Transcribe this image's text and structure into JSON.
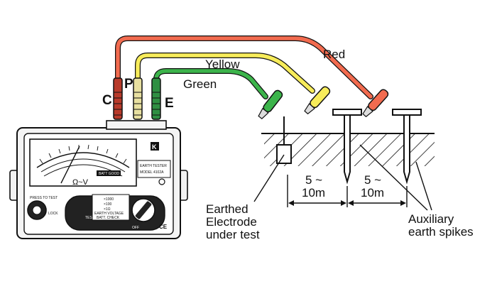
{
  "wires": {
    "red": "Red",
    "yellow": "Yellow",
    "green": "Green"
  },
  "terminals": {
    "c": "C",
    "p": "P",
    "e": "E"
  },
  "instrument": {
    "model_line1": "EARTH TESTER",
    "model_line2": "MODEL 4102A",
    "unit_symbol": "Ω~V",
    "range_1": "×1000",
    "range_2": "×100",
    "range_3": "×1Ω",
    "earth_voltage": "EARTH VOLTAGE",
    "batt_check": "BATT. CHECK",
    "off": "OFF",
    "test_function": "TEST FUNCTION",
    "press_to_test": "PRESS TO TEST",
    "lock": "LOCK",
    "ce_mark": "CE",
    "logo": "K",
    "batt_good": "BATT GOOD"
  },
  "spacing": {
    "first_top": "5 ~",
    "first_bottom": "10m",
    "second_top": "5 ~",
    "second_bottom": "10m"
  },
  "labels": {
    "electrode": [
      "Earthed",
      "Electrode",
      "under test"
    ],
    "spikes": [
      "Auxiliary",
      "earth spikes"
    ]
  },
  "colors": {
    "red_wire": "#f26b4f",
    "yellow_wire": "#f7ec5a",
    "green_wire": "#3cb44b",
    "outline": "#111111"
  }
}
